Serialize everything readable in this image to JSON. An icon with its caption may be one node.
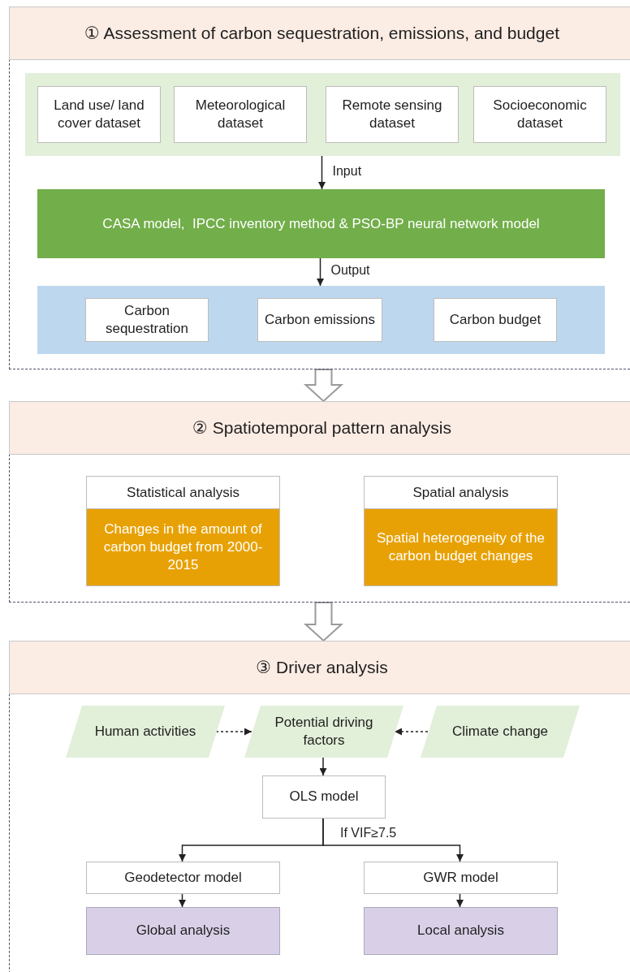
{
  "diagram": {
    "nodes": [
      {
        "text": [
          "① Assessment of carbon sequestration, emissions, and budget"
        ]
      },
      {
        "text": [],
        "shape": "box",
        "in": 0
      },
      {
        "text": [
          "Land use/ land cover dataset"
        ],
        "in": 1
      },
      {
        "text": [
          "Meteorological dataset"
        ],
        "in": 1
      },
      {
        "text": [
          "Remote sensing dataset"
        ],
        "in": 1
      },
      {
        "text": [
          "Socioeconomic dataset"
        ],
        "in": 1
      },
      {
        "text": [
          "CASA model,  IPCC inventory method & PSO-BP neural network model"
        ],
        "in": 0
      },
      {
        "text": [],
        "shape": "box",
        "in": 0
      },
      {
        "text": [
          "Carbon sequestration"
        ],
        "in": 7
      },
      {
        "text": [
          "Carbon emissions"
        ],
        "in": 7
      },
      {
        "text": [
          "Carbon budget"
        ],
        "in": 7
      },
      {
        "text": [
          "② Spatiotemporal pattern analysis"
        ]
      },
      {
        "text": [
          "Statistical analysis",
          "Changes in the amount of carbon budget from 2000-2015"
        ],
        "in": 11
      },
      {
        "text": [
          "Spatial analysis",
          "Spatial heterogeneity of the carbon budget changes"
        ],
        "in": 11
      },
      {
        "text": [
          "③ Driver analysis"
        ]
      },
      {
        "text": [
          "Human activities"
        ],
        "in": 14
      },
      {
        "text": [
          "Potential driving factors"
        ],
        "in": 14
      },
      {
        "text": [
          "Climate change"
        ],
        "in": 14
      },
      {
        "text": [
          "OLS model"
        ],
        "in": 14
      },
      {
        "text": [
          "Geodetector model"
        ],
        "in": 14
      },
      {
        "text": [
          "GWR model"
        ],
        "in": 14
      },
      {
        "text": [
          "Global analysis"
        ],
        "in": 14
      },
      {
        "text": [
          "Local analysis"
        ],
        "in": 14
      }
    ],
    "edges": [
      {
        "from": 1,
        "to": 6,
        "arrow": "to",
        "label": "Input"
      },
      {
        "from": 6,
        "to": 7,
        "arrow": "to",
        "label": "Output"
      },
      {
        "from": 0,
        "to": 11,
        "arrow": "to",
        "style": "thick",
        "color": "#9a9a9a"
      },
      {
        "from": 11,
        "to": 14,
        "arrow": "to",
        "style": "thick",
        "color": "#9a9a9a"
      },
      {
        "from": 15,
        "to": 16,
        "arrow": "to",
        "style": "dashed"
      },
      {
        "from": 17,
        "to": 16,
        "arrow": "to",
        "style": "dashed"
      },
      {
        "from": 16,
        "to": 18,
        "arrow": "to"
      },
      {
        "from": 18,
        "to": 19,
        "arrow": "to"
      },
      {
        "from": 18,
        "to": 20,
        "arrow": "to",
        "label": "If VIF≥7.5"
      },
      {
        "from": 19,
        "to": 21,
        "arrow": "to"
      },
      {
        "from": 20,
        "to": 22,
        "arrow": "to"
      }
    ]
  }
}
